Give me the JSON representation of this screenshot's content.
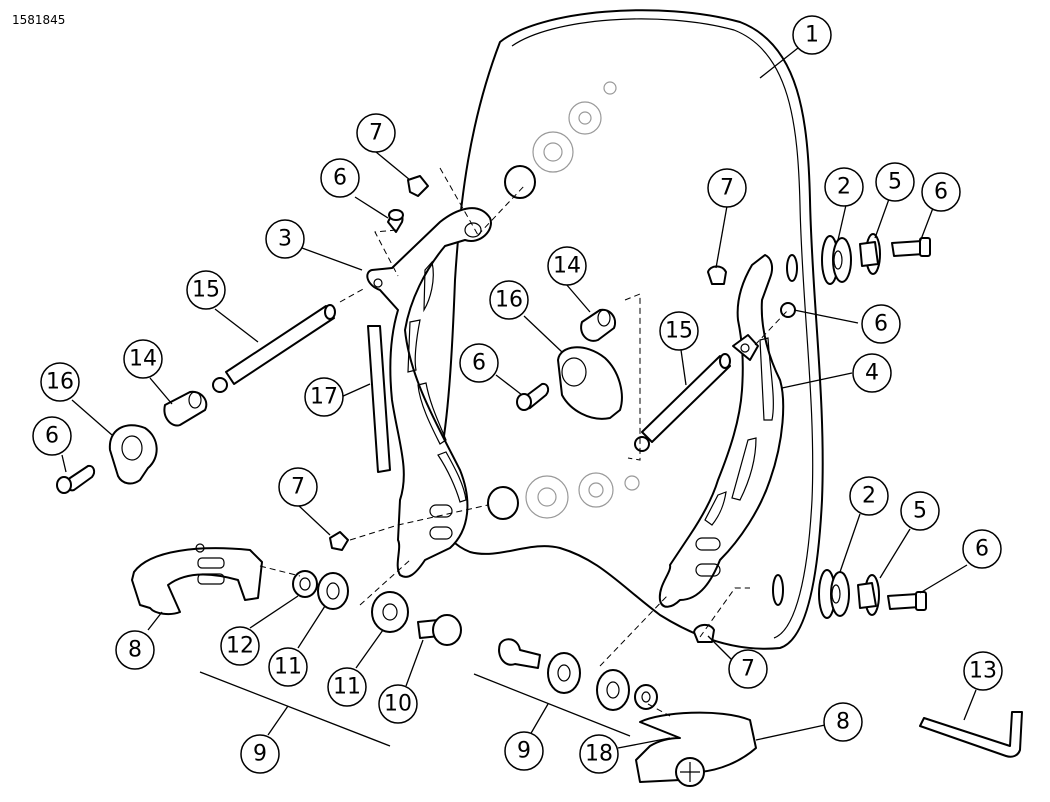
{
  "diagram_id": "1581845",
  "callouts": [
    {
      "id": "c1",
      "label": "1"
    },
    {
      "id": "c2a",
      "label": "2"
    },
    {
      "id": "c2b",
      "label": "2"
    },
    {
      "id": "c3",
      "label": "3"
    },
    {
      "id": "c4",
      "label": "4"
    },
    {
      "id": "c5a",
      "label": "5"
    },
    {
      "id": "c5b",
      "label": "5"
    },
    {
      "id": "c6a",
      "label": "6"
    },
    {
      "id": "c6b",
      "label": "6"
    },
    {
      "id": "c6c",
      "label": "6"
    },
    {
      "id": "c6d",
      "label": "6"
    },
    {
      "id": "c6e",
      "label": "6"
    },
    {
      "id": "c6f",
      "label": "6"
    },
    {
      "id": "c7a",
      "label": "7"
    },
    {
      "id": "c7b",
      "label": "7"
    },
    {
      "id": "c7c",
      "label": "7"
    },
    {
      "id": "c7d",
      "label": "7"
    },
    {
      "id": "c8a",
      "label": "8"
    },
    {
      "id": "c8b",
      "label": "8"
    },
    {
      "id": "c9a",
      "label": "9"
    },
    {
      "id": "c9b",
      "label": "9"
    },
    {
      "id": "c10",
      "label": "10"
    },
    {
      "id": "c11a",
      "label": "11"
    },
    {
      "id": "c11b",
      "label": "11"
    },
    {
      "id": "c12",
      "label": "12"
    },
    {
      "id": "c13",
      "label": "13"
    },
    {
      "id": "c14a",
      "label": "14"
    },
    {
      "id": "c14b",
      "label": "14"
    },
    {
      "id": "c15a",
      "label": "15"
    },
    {
      "id": "c15b",
      "label": "15"
    },
    {
      "id": "c16a",
      "label": "16"
    },
    {
      "id": "c16b",
      "label": "16"
    },
    {
      "id": "c17",
      "label": "17"
    },
    {
      "id": "c18",
      "label": "18"
    }
  ]
}
